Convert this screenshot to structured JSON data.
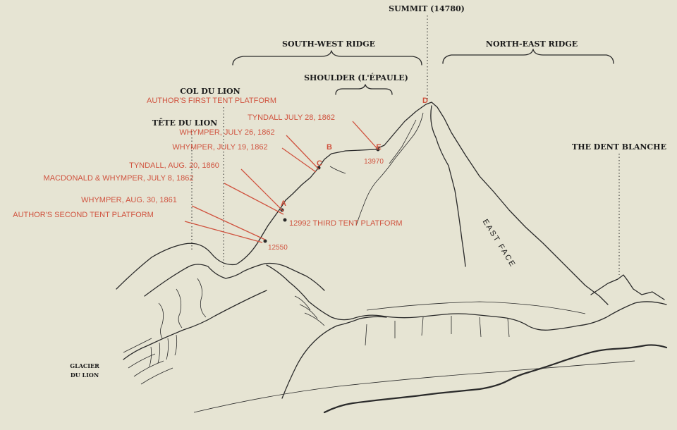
{
  "colors": {
    "paper": "#e6e4d3",
    "ink": "#1a1a1a",
    "annotation": "#d0533f"
  },
  "headers": {
    "summit": "SUMMIT (14780)",
    "south_west_ridge": "SOUTH-WEST RIDGE",
    "north_east_ridge": "NORTH-EAST RIDGE",
    "shoulder": "SHOULDER (L'ÉPAULE)",
    "col_du_lion": "COL DU LION",
    "tete_du_lion": "TÊTE DU LION",
    "dent_blanche": "THE DENT BLANCHE",
    "glacier_line1": "GLACIER",
    "glacier_line2": "DU LION"
  },
  "annotations": {
    "first_tent": "AUTHOR'S FIRST TENT PLATFORM",
    "tyndall_1862": "TYNDALL JULY 28, 1862",
    "whymper_jul26": "WHYMPER, JULY 26, 1862",
    "whymper_jul19": "WHYMPER, JULY 19, 1862",
    "tyndall_1860": "TYNDALL, AUG. 20, 1860",
    "macdonald": "MACDONALD & WHYMPER, JULY 8, 1862",
    "whymper_1861": "WHYMPER, AUG. 30, 1861",
    "second_tent": "AUTHOR'S SECOND TENT PLATFORM",
    "third_tent": "12992 THIRD TENT PLATFORM"
  },
  "points": {
    "A": "A",
    "B": "B",
    "C": "C",
    "D": "D",
    "E": "E"
  },
  "elevations": {
    "e12550": "12550",
    "e13970": "13970"
  },
  "east_face": "EAST FACE"
}
